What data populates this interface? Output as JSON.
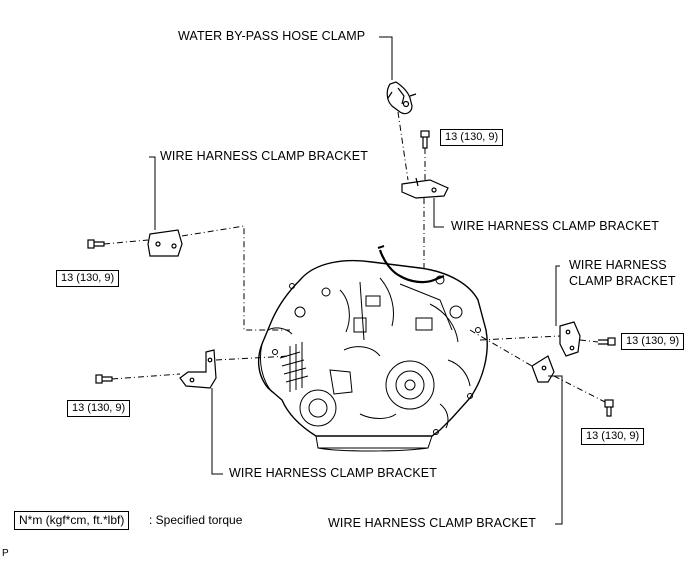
{
  "labels": {
    "water_bypass_hose_clamp": "WATER BY-PASS HOSE CLAMP",
    "bracket_upper_left": "WIRE HARNESS CLAMP BRACKET",
    "bracket_upper_center": "WIRE HARNESS CLAMP BRACKET",
    "bracket_right_line1": "WIRE HARNESS",
    "bracket_right_line2": "CLAMP BRACKET",
    "bracket_lower_center": "WIRE HARNESS CLAMP BRACKET",
    "bracket_lower_right": "WIRE HARNESS CLAMP BRACKET"
  },
  "torque_specs": {
    "top": "13 (130, 9)",
    "left": "13 (130, 9)",
    "right": "13 (130, 9)",
    "lower_left": "13 (130, 9)",
    "lower_right": "13 (130, 9)"
  },
  "legend": {
    "unit": "N*m (kgf*cm, ft.*lbf)",
    "description": ": Specified torque"
  },
  "corner_mark": "P"
}
